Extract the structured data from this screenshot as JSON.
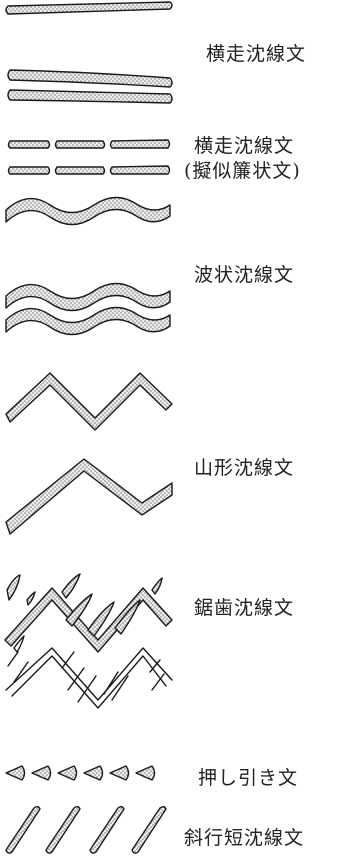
{
  "labels": {
    "horizontal": "横走沈線文",
    "horizontal_pseudo": "横走沈線文",
    "horizontal_pseudo_sub": "(擬似簾状文)",
    "wavy": "波状沈線文",
    "mountain": "山形沈線文",
    "sawtooth": "鋸歯沈線文",
    "push_pull": "押し引き文",
    "oblique_short": "斜行短沈線文"
  },
  "colors": {
    "ink": "#1a1a1a",
    "stipple_dot": "#7a7a7a",
    "fill_base": "#ececec",
    "background": "#ffffff"
  }
}
